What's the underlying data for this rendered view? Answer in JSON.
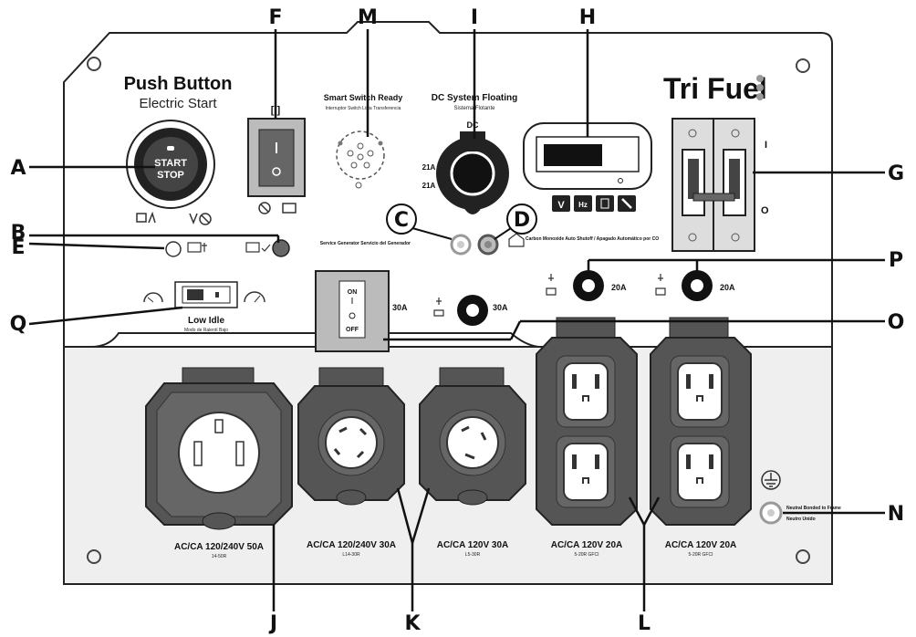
{
  "callouts": {
    "A": "A",
    "B": "B",
    "C": "C",
    "D": "D",
    "E": "E",
    "F": "F",
    "G": "G",
    "H": "H",
    "I": "I",
    "J": "J",
    "K": "K",
    "L": "L",
    "M": "M",
    "N": "N",
    "O": "O",
    "P": "P",
    "Q": "Q"
  },
  "panel": {
    "start_title": "Push Button",
    "start_subtitle": "Electric Start",
    "start_button_line1": "START",
    "start_button_line2": "STOP",
    "brand": "Tri Fuel",
    "smart_switch_title": "Smart Switch Ready",
    "smart_switch_sub": "Interruptor Switch Lista Transferencia",
    "dc_title": "DC System Floating",
    "dc_sub": "Sistema Flotante",
    "dc_21a_top": "21A",
    "dc_21a_bottom": "21A",
    "co_left_text": "Service Generator Servicio del Generador",
    "co_right_text": "Carbon Monoxide Auto Shutoff / Apagado Automático por CO",
    "switch_on": "ON",
    "switch_off": "OFF",
    "breaker_30a_left": "30A",
    "breaker_30a_right": "30A",
    "breaker_20a_left": "20A",
    "breaker_20a_right": "20A",
    "low_idle": "Low Idle",
    "low_idle_sub": "Modo de Ralentí Bajo",
    "meter_v": "V",
    "meter_hz": "Hz",
    "breaker_i": "I",
    "breaker_o": "O",
    "outlet_50a": "AC/CA 120/240V 50A",
    "outlet_50a_sub": "14-50R",
    "outlet_30a_twist": "AC/CA 120/240V 30A",
    "outlet_30a_twist_sub": "L14-30R",
    "outlet_30a": "AC/CA 120V 30A",
    "outlet_30a_sub": "L5-30R",
    "outlet_20a_1": "AC/CA 120V 20A",
    "outlet_20a_1_sub": "5-20R GFCI",
    "outlet_20a_2": "AC/CA 120V 20A",
    "outlet_20a_2_sub": "5-20R GFCI",
    "neutral_text": "Neutral Bonded to Frame",
    "neutral_sub": "Neutro Unido"
  }
}
